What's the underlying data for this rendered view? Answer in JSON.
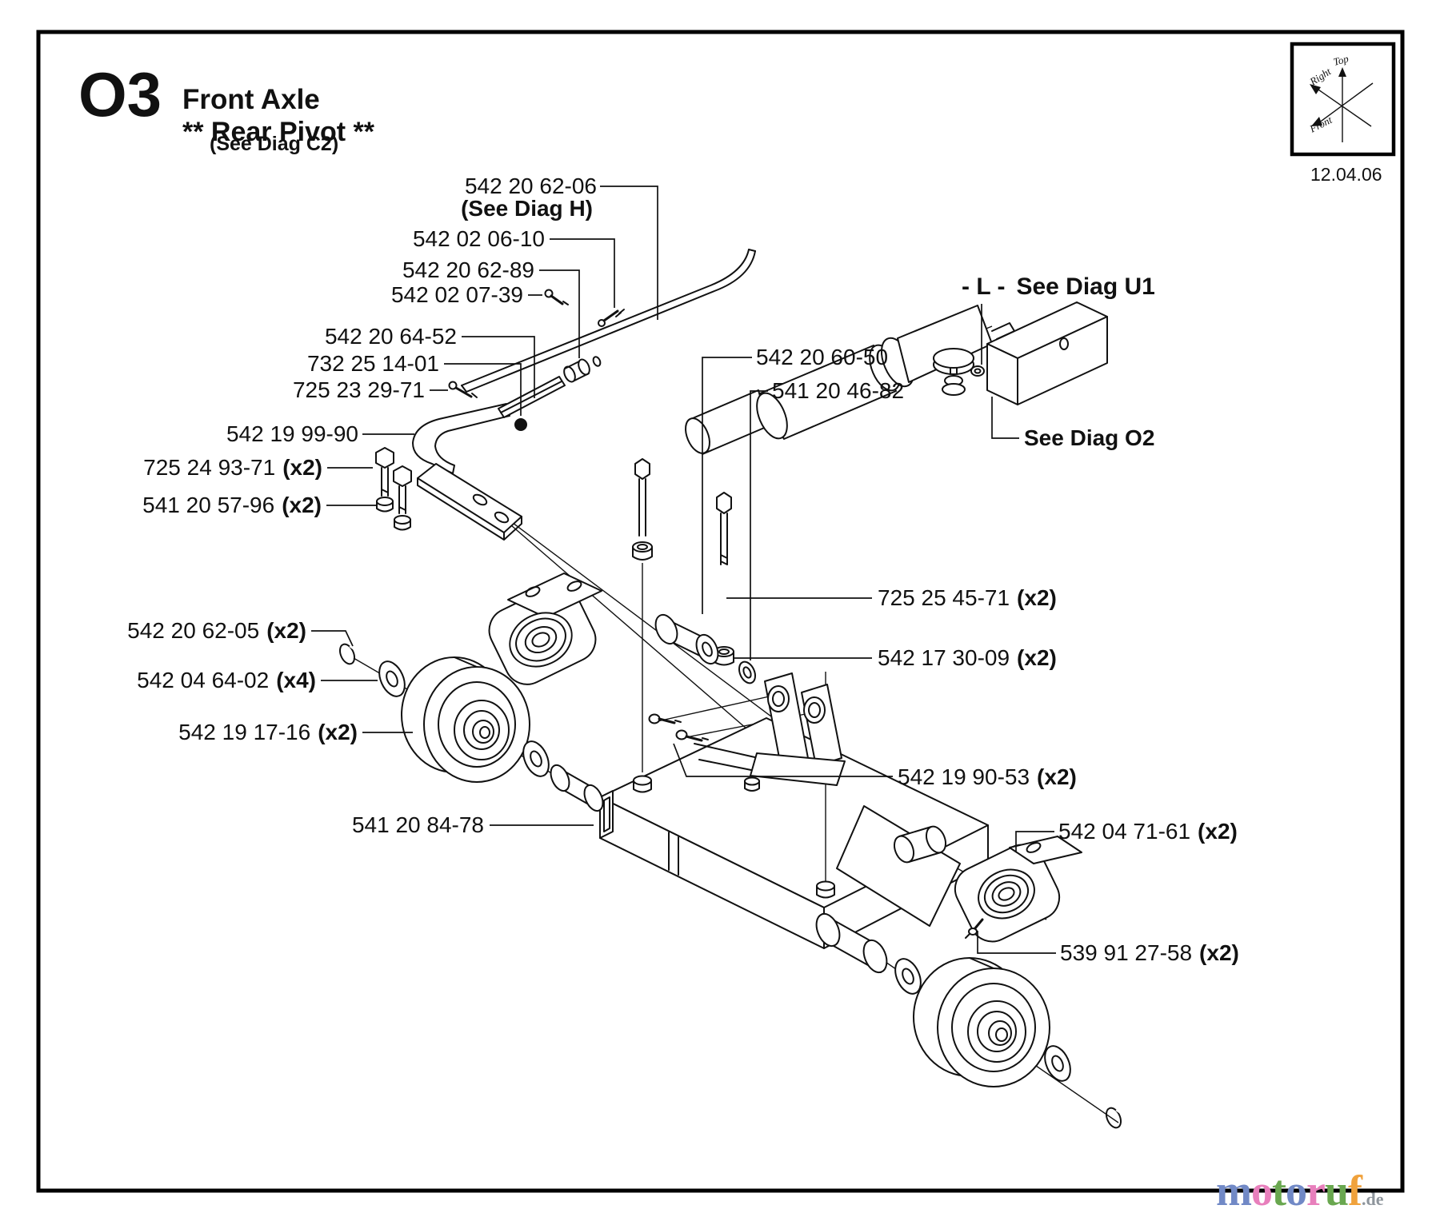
{
  "doc": {
    "diagram_code": "O3",
    "diagram_title": "Front Axle",
    "diagram_subtitle": "** Rear Pivot **",
    "diagram_note": "(See Diag C2)",
    "revision_date": "12.04.06"
  },
  "compass": {
    "top": "Top",
    "right": "Right",
    "front": "Front"
  },
  "ref_labels": {
    "see_diag_h": "(See Diag H)",
    "l_marker": "- L -",
    "see_diag_u1": "See Diag U1",
    "see_diag_o2": "See Diag O2"
  },
  "callouts": [
    {
      "text": "542 20 62-06",
      "mult": ""
    },
    {
      "text": "542 02 06-10",
      "mult": ""
    },
    {
      "text": "542 20 62-89",
      "mult": ""
    },
    {
      "text": "542 02 07-39",
      "mult": ""
    },
    {
      "text": "542 20 64-52",
      "mult": ""
    },
    {
      "text": "732 25 14-01",
      "mult": ""
    },
    {
      "text": "725 23 29-71",
      "mult": ""
    },
    {
      "text": "542 19 99-90",
      "mult": ""
    },
    {
      "text": "725 24 93-71",
      "mult": "(x2)"
    },
    {
      "text": "541 20 57-96",
      "mult": "(x2)"
    },
    {
      "text": "542 20 62-05",
      "mult": "(x2)"
    },
    {
      "text": "542 04 64-02",
      "mult": "(x4)"
    },
    {
      "text": "542 19 17-16",
      "mult": "(x2)"
    },
    {
      "text": "541 20 84-78",
      "mult": ""
    },
    {
      "text": "542 20 60-50",
      "mult": ""
    },
    {
      "text": "541 20 46-82",
      "mult": ""
    },
    {
      "text": "725 25 45-71",
      "mult": "(x2)"
    },
    {
      "text": "542 17 30-09",
      "mult": "(x2)"
    },
    {
      "text": "542 19 90-53",
      "mult": "(x2)"
    },
    {
      "text": "542 04 71-61",
      "mult": "(x2)"
    },
    {
      "text": "539 91 27-58",
      "mult": "(x2)"
    }
  ],
  "watermark": {
    "letters": [
      {
        "ch": "m",
        "color": "#7189c6"
      },
      {
        "ch": "o",
        "color": "#e87fbc"
      },
      {
        "ch": "t",
        "color": "#69a74f"
      },
      {
        "ch": "o",
        "color": "#7189c6"
      },
      {
        "ch": "r",
        "color": "#e87fbc"
      },
      {
        "ch": "u",
        "color": "#69a74f"
      },
      {
        "ch": "f",
        "color": "#f0a23c"
      }
    ],
    "suffix": ".de",
    "suffix_color": "#8e959c"
  }
}
